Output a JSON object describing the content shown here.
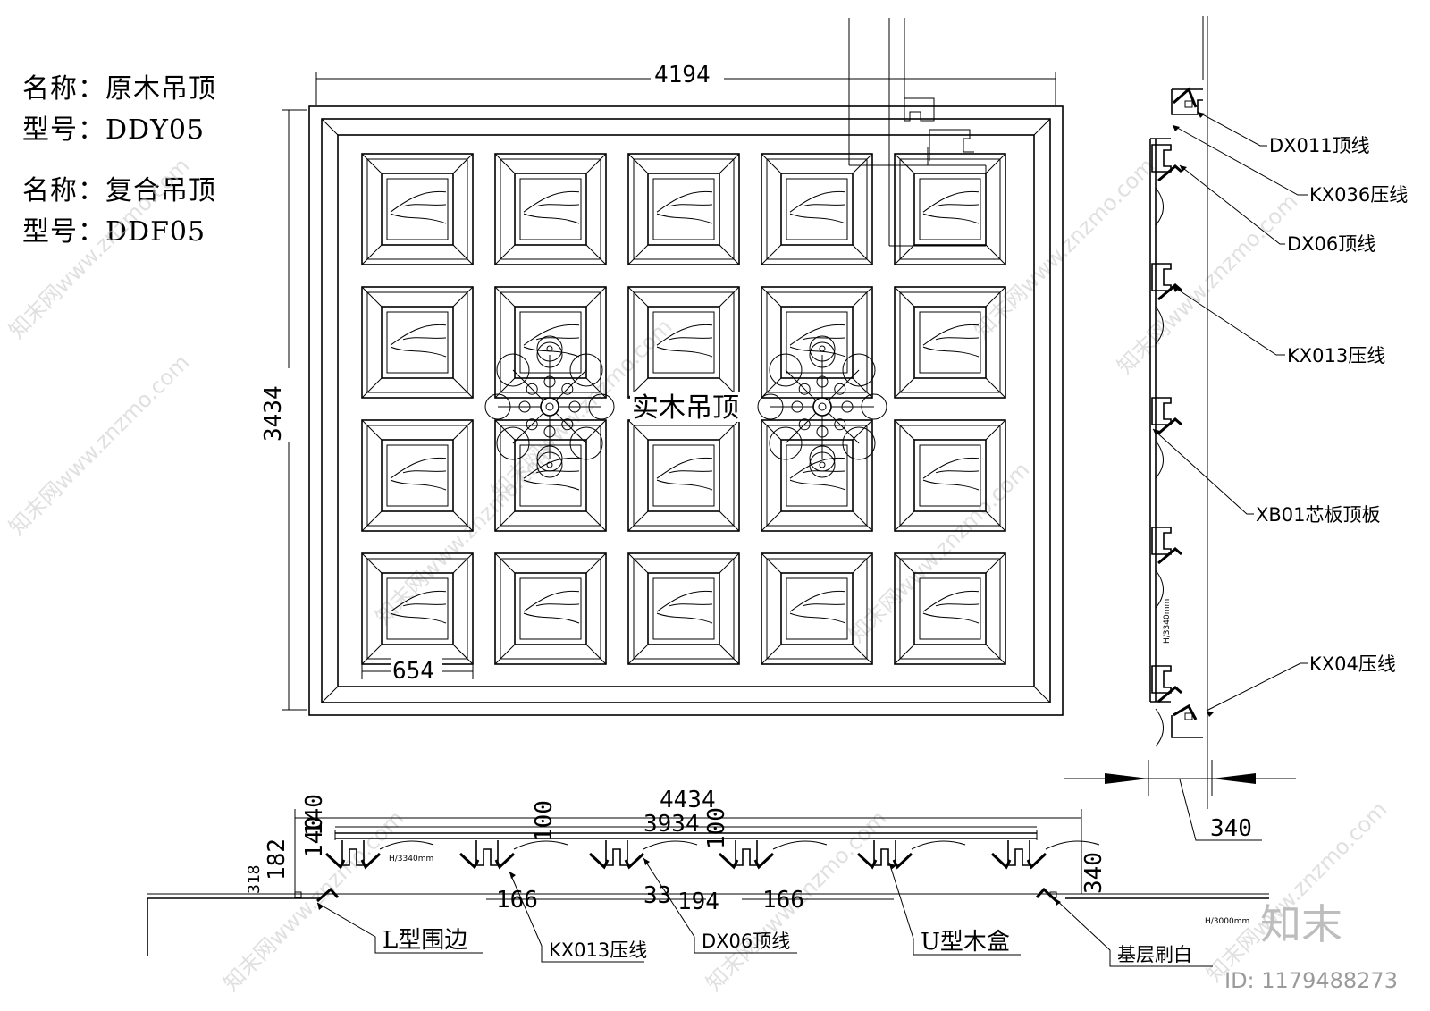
{
  "info": {
    "line1": "名称：原木吊顶",
    "line2": "型号：DDY05",
    "line3": "名称：复合吊顶",
    "line4": "型号：DDF05"
  },
  "plan": {
    "width_dim": "4194",
    "height_dim": "3434",
    "panel_dim": "654",
    "center_label": "实木吊顶",
    "rows": 4,
    "cols": 5
  },
  "section_right": {
    "labels": [
      "DX011顶线",
      "KX036压线",
      "DX06顶线",
      "KX013压线",
      "XB01芯板顶板",
      "KX04压线"
    ],
    "height_note": "H/3340mm",
    "dim_bottom": "340"
  },
  "section_bottom": {
    "dim_total": "4434",
    "dim_inner": "3934",
    "dim_140a": "140",
    "dim_140b": "140",
    "dim_100a": "100",
    "dim_100b": "100",
    "dim_182": "182",
    "dim_318": "318",
    "dim_166a": "166",
    "dim_33": "33",
    "dim_194": "194",
    "dim_166b": "166",
    "dim_340": "340",
    "height_note_a": "H/3340mm",
    "height_note_b": "H/3000mm",
    "labels": [
      "L型围边",
      "KX013压线",
      "DX06顶线",
      "U型木盒",
      "基层刷白"
    ]
  },
  "watermark": {
    "site": "知末网www.znzmo.com",
    "brand": "知末",
    "id": "ID: 1179488273"
  }
}
